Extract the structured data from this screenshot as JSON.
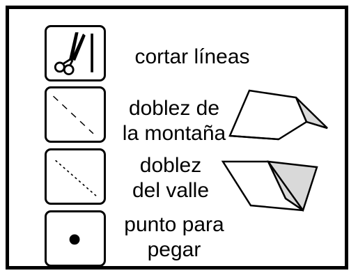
{
  "legend": {
    "items": [
      {
        "icon": "scissors-icon",
        "lines": [
          "cortar líneas"
        ]
      },
      {
        "icon": "mountain-fold-line-icon",
        "lines": [
          "doblez de",
          "la montaña"
        ]
      },
      {
        "icon": "valley-fold-line-icon",
        "lines": [
          "doblez",
          "del valle"
        ]
      },
      {
        "icon": "glue-dot-icon",
        "lines": [
          "punto para",
          "pegar"
        ]
      }
    ]
  },
  "colors": {
    "border": "#000000",
    "fold_shade": "#d9d9d9",
    "background": "#ffffff"
  }
}
